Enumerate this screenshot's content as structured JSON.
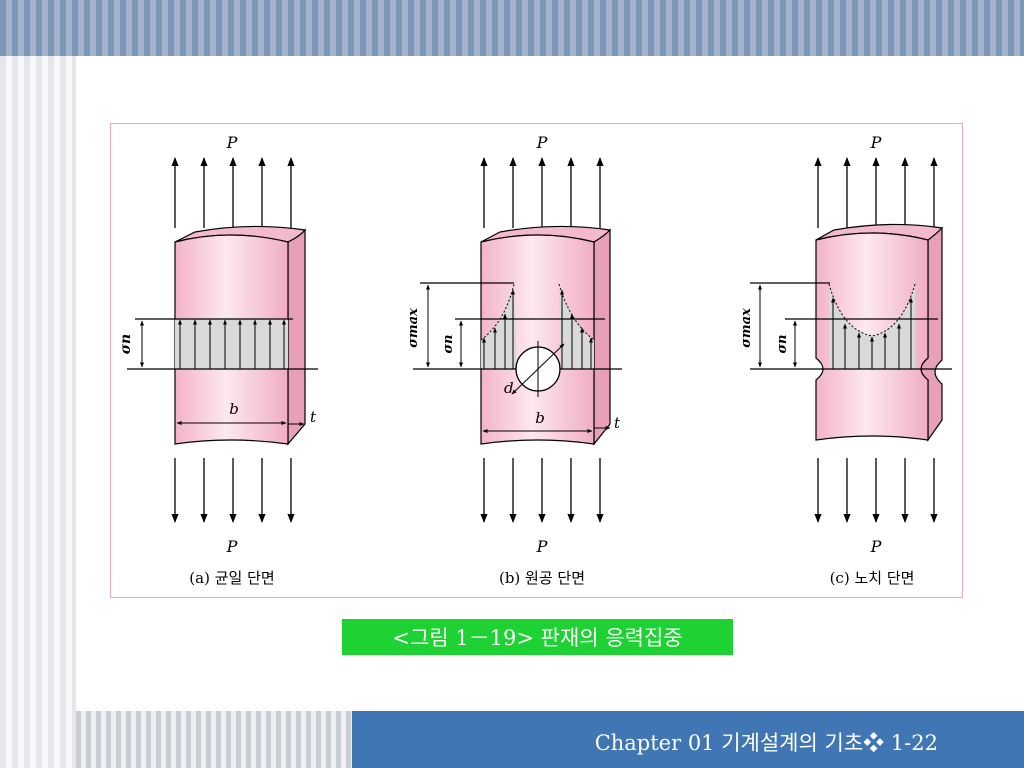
{
  "slide": {
    "footer": "Chapter 01  기계설계의 기초❖ 1-22",
    "caption": "<그림 1－19> 판재의 응력집중"
  },
  "figure": {
    "load_label": "P",
    "panels": [
      {
        "sub_caption": "(a) 균일 단면",
        "stress_label": "σn",
        "width_label": "b",
        "thickness_label": "t"
      },
      {
        "sub_caption": "(b) 원공 단면",
        "stress_max_label": "σmax",
        "stress_label": "σn",
        "hole_label": "d",
        "width_label": "b",
        "thickness_label": "t"
      },
      {
        "sub_caption": "(c) 노치 단면",
        "stress_max_label": "σmax",
        "stress_label": "σn"
      }
    ]
  },
  "colors": {
    "plate_pink": "#f6c2d4",
    "plate_highlight": "#fde8ef",
    "plate_side": "#e7a0b8",
    "stress_fill": "#d9d9d9",
    "caption_bg": "#1fd234",
    "footer_bg": "#3f76b3",
    "frame_border": "#f2a7bf"
  }
}
